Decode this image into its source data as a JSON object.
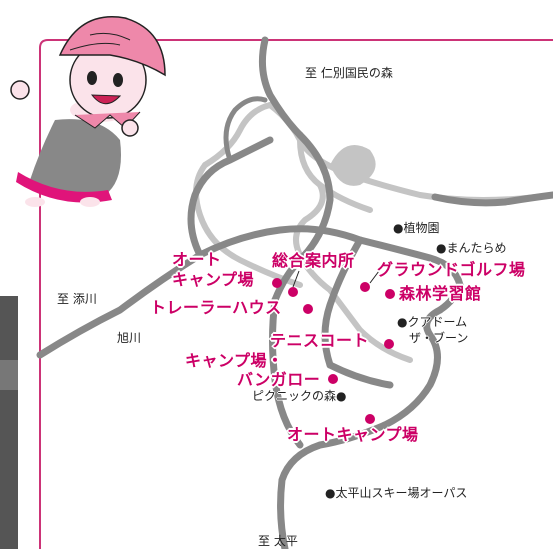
{
  "map": {
    "directions": {
      "north": "至 仁別国民の森",
      "west": "至 添川",
      "south": "至 太平"
    },
    "city": "旭川",
    "facilities": {
      "auto_camp_1": "オート",
      "auto_camp_2": "キャンプ場",
      "info_center": "総合案内所",
      "trailer_house": "トレーラーハウス",
      "ground_golf": "グラウンドゴルフ場",
      "forest_hall": "森林学習館",
      "tennis": "テニスコート",
      "bungalow_1": "キャンプ場・",
      "bungalow_2": "バンガロー",
      "auto_camp_south": "オートキャンプ場"
    },
    "points": {
      "botanical": "●植物園",
      "mantarame": "●まんたらめ",
      "aqua_1": "●クアドーム",
      "aqua_2": "ザ・ブーン",
      "picnic": "ピクニックの森●",
      "ski": "●太平山スキー場オーパス"
    },
    "colors": {
      "frame": "#cc3377",
      "road": "#888888",
      "river": "#c4c4c4",
      "marker": "#cc0066",
      "label": "#cc0066"
    }
  }
}
